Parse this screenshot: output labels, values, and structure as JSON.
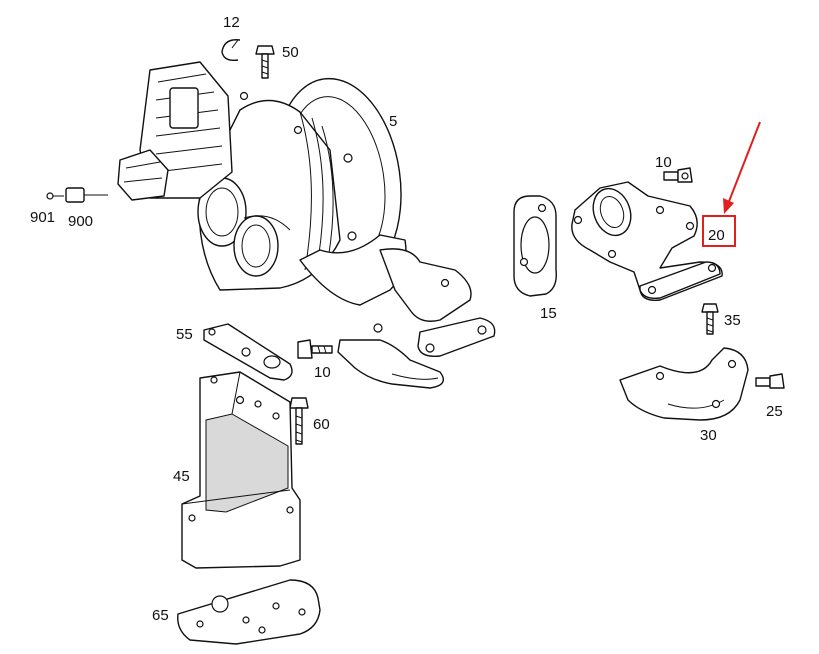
{
  "labels": {
    "l12": "12",
    "l50": "50",
    "l5": "5",
    "l901": "901",
    "l900": "900",
    "l10a": "10",
    "l20": "20",
    "l15": "15",
    "l35": "35",
    "l55": "55",
    "l10b": "10",
    "l60": "60",
    "l25": "25",
    "l30": "30",
    "l45": "45",
    "l65": "65"
  },
  "highlight": {
    "label": "20",
    "color": "#e0201c"
  }
}
